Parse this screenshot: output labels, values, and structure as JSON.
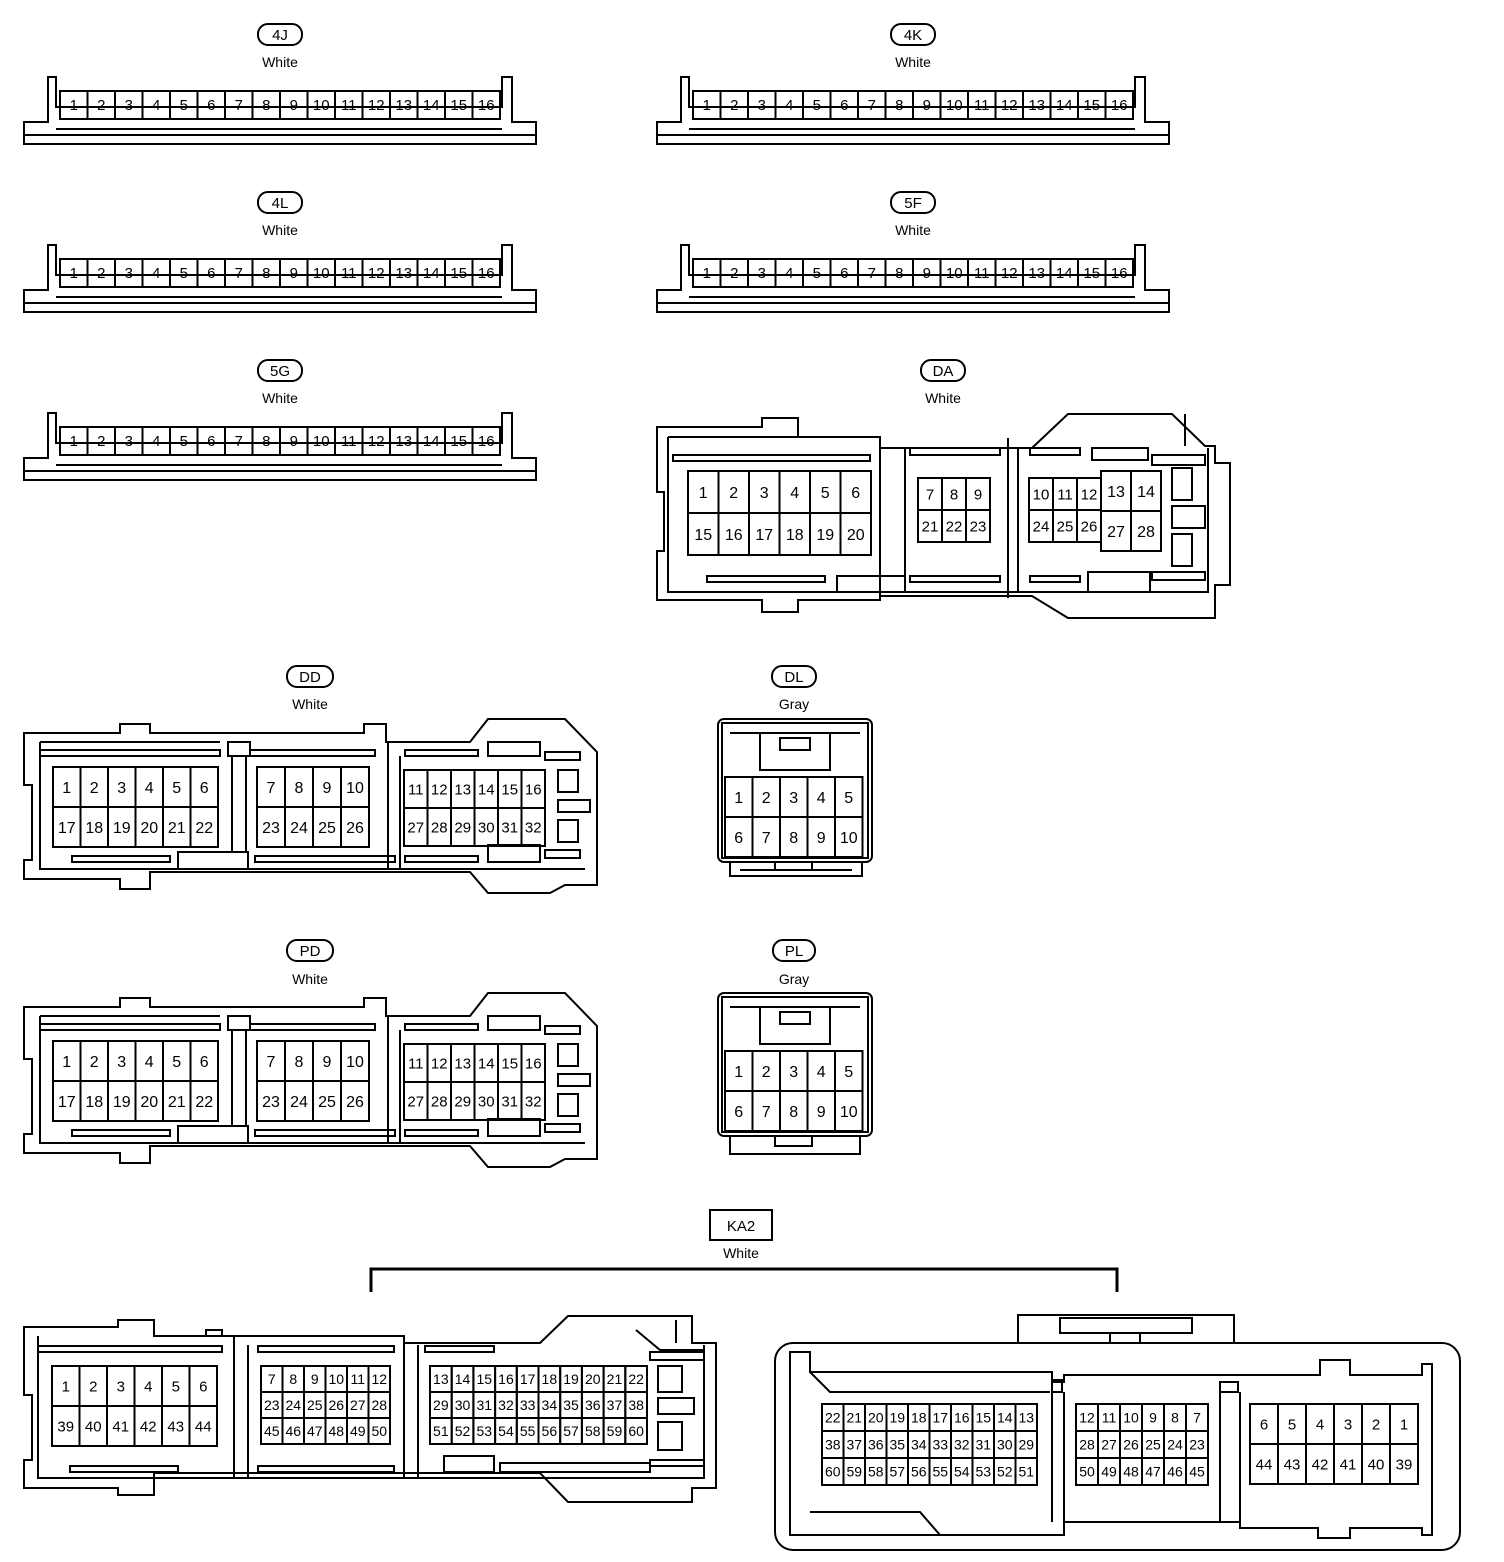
{
  "connectors": [
    {
      "id": "4j",
      "code": "4J",
      "color": "White",
      "pins": [
        "1",
        "2",
        "3",
        "4",
        "5",
        "6",
        "7",
        "8",
        "9",
        "10",
        "11",
        "12",
        "13",
        "14",
        "15",
        "16"
      ]
    },
    {
      "id": "4k",
      "code": "4K",
      "color": "White",
      "pins": [
        "1",
        "2",
        "3",
        "4",
        "5",
        "6",
        "7",
        "8",
        "9",
        "10",
        "11",
        "12",
        "13",
        "14",
        "15",
        "16"
      ]
    },
    {
      "id": "4l",
      "code": "4L",
      "color": "White",
      "pins": [
        "1",
        "2",
        "3",
        "4",
        "5",
        "6",
        "7",
        "8",
        "9",
        "10",
        "11",
        "12",
        "13",
        "14",
        "15",
        "16"
      ]
    },
    {
      "id": "5f",
      "code": "5F",
      "color": "White",
      "pins": [
        "1",
        "2",
        "3",
        "4",
        "5",
        "6",
        "7",
        "8",
        "9",
        "10",
        "11",
        "12",
        "13",
        "14",
        "15",
        "16"
      ]
    },
    {
      "id": "5g",
      "code": "5G",
      "color": "White",
      "pins": [
        "1",
        "2",
        "3",
        "4",
        "5",
        "6",
        "7",
        "8",
        "9",
        "10",
        "11",
        "12",
        "13",
        "14",
        "15",
        "16"
      ]
    },
    {
      "id": "da",
      "code": "DA",
      "color": "White",
      "blocks": [
        {
          "rows": [
            [
              "1",
              "2",
              "3",
              "4",
              "5",
              "6"
            ],
            [
              "15",
              "16",
              "17",
              "18",
              "19",
              "20"
            ]
          ]
        },
        {
          "rows": [
            [
              "7",
              "8",
              "9"
            ],
            [
              "21",
              "22",
              "23"
            ]
          ]
        },
        {
          "rows": [
            [
              "10",
              "11",
              "12"
            ],
            [
              "24",
              "25",
              "26"
            ]
          ]
        },
        {
          "rows": [
            [
              "13",
              "14"
            ],
            [
              "27",
              "28"
            ]
          ]
        }
      ]
    },
    {
      "id": "dd",
      "code": "DD",
      "color": "White",
      "blocks": [
        {
          "rows": [
            [
              "1",
              "2",
              "3",
              "4",
              "5",
              "6"
            ],
            [
              "17",
              "18",
              "19",
              "20",
              "21",
              "22"
            ]
          ]
        },
        {
          "rows": [
            [
              "7",
              "8",
              "9",
              "10"
            ],
            [
              "23",
              "24",
              "25",
              "26"
            ]
          ]
        },
        {
          "rows": [
            [
              "11",
              "12",
              "13",
              "14",
              "15",
              "16"
            ],
            [
              "27",
              "28",
              "29",
              "30",
              "31",
              "32"
            ]
          ]
        }
      ]
    },
    {
      "id": "dl",
      "code": "DL",
      "color": "Gray",
      "blocks": [
        {
          "rows": [
            [
              "1",
              "2",
              "3",
              "4",
              "5"
            ],
            [
              "6",
              "7",
              "8",
              "9",
              "10"
            ]
          ]
        }
      ]
    },
    {
      "id": "pd",
      "code": "PD",
      "color": "White",
      "blocks": [
        {
          "rows": [
            [
              "1",
              "2",
              "3",
              "4",
              "5",
              "6"
            ],
            [
              "17",
              "18",
              "19",
              "20",
              "21",
              "22"
            ]
          ]
        },
        {
          "rows": [
            [
              "7",
              "8",
              "9",
              "10"
            ],
            [
              "23",
              "24",
              "25",
              "26"
            ]
          ]
        },
        {
          "rows": [
            [
              "11",
              "12",
              "13",
              "14",
              "15",
              "16"
            ],
            [
              "27",
              "28",
              "29",
              "30",
              "31",
              "32"
            ]
          ]
        }
      ]
    },
    {
      "id": "pl",
      "code": "PL",
      "color": "Gray",
      "blocks": [
        {
          "rows": [
            [
              "1",
              "2",
              "3",
              "4",
              "5"
            ],
            [
              "6",
              "7",
              "8",
              "9",
              "10"
            ]
          ]
        }
      ]
    },
    {
      "id": "ka2",
      "code": "KA2",
      "color": "White",
      "parts": [
        {
          "blocks": [
            {
              "rows": [
                [
                  "1",
                  "2",
                  "3",
                  "4",
                  "5",
                  "6"
                ],
                [
                  "39",
                  "40",
                  "41",
                  "42",
                  "43",
                  "44"
                ]
              ]
            },
            {
              "rows": [
                [
                  "7",
                  "8",
                  "9",
                  "10",
                  "11",
                  "12"
                ],
                [
                  "23",
                  "24",
                  "25",
                  "26",
                  "27",
                  "28"
                ],
                [
                  "45",
                  "46",
                  "47",
                  "48",
                  "49",
                  "50"
                ]
              ]
            },
            {
              "rows": [
                [
                  "13",
                  "14",
                  "15",
                  "16",
                  "17",
                  "18",
                  "19",
                  "20",
                  "21",
                  "22"
                ],
                [
                  "29",
                  "30",
                  "31",
                  "32",
                  "33",
                  "34",
                  "35",
                  "36",
                  "37",
                  "38"
                ],
                [
                  "51",
                  "52",
                  "53",
                  "54",
                  "55",
                  "56",
                  "57",
                  "58",
                  "59",
                  "60"
                ]
              ]
            }
          ]
        },
        {
          "blocks": [
            {
              "rows": [
                [
                  "22",
                  "21",
                  "20",
                  "19",
                  "18",
                  "17",
                  "16",
                  "15",
                  "14",
                  "13"
                ],
                [
                  "38",
                  "37",
                  "36",
                  "35",
                  "34",
                  "33",
                  "32",
                  "31",
                  "30",
                  "29"
                ],
                [
                  "60",
                  "59",
                  "58",
                  "57",
                  "56",
                  "55",
                  "54",
                  "53",
                  "52",
                  "51"
                ]
              ]
            },
            {
              "rows": [
                [
                  "12",
                  "11",
                  "10",
                  "9",
                  "8",
                  "7"
                ],
                [
                  "28",
                  "27",
                  "26",
                  "25",
                  "24",
                  "23"
                ],
                [
                  "50",
                  "49",
                  "48",
                  "47",
                  "46",
                  "45"
                ]
              ]
            },
            {
              "rows": [
                [
                  "6",
                  "5",
                  "4",
                  "3",
                  "2",
                  "1"
                ],
                [
                  "44",
                  "43",
                  "42",
                  "41",
                  "40",
                  "39"
                ]
              ]
            }
          ]
        }
      ]
    }
  ]
}
